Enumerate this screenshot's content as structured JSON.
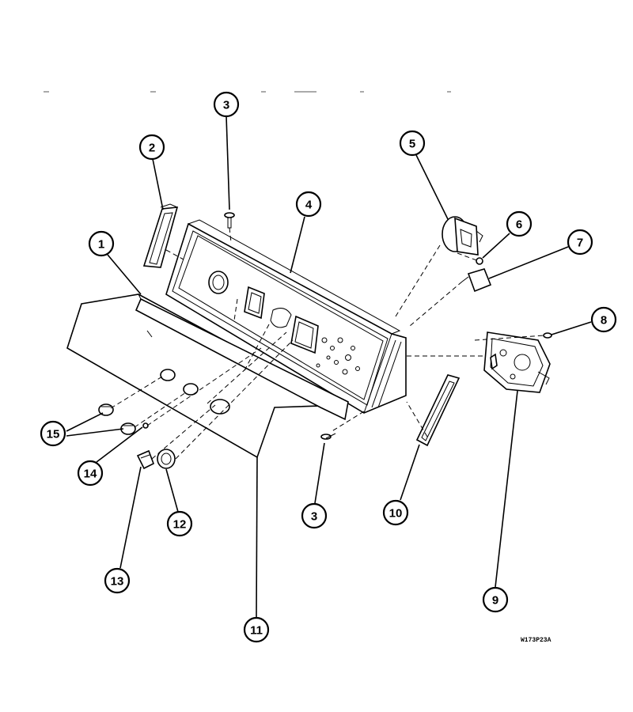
{
  "diagram": {
    "drawing_code": "W173P23A",
    "callouts": [
      {
        "id": "c1",
        "label": "1"
      },
      {
        "id": "c2",
        "label": "2"
      },
      {
        "id": "c3",
        "label": "3"
      },
      {
        "id": "c4",
        "label": "4"
      },
      {
        "id": "c5",
        "label": "5"
      },
      {
        "id": "c6",
        "label": "6"
      },
      {
        "id": "c7",
        "label": "7"
      },
      {
        "id": "c8",
        "label": "8"
      },
      {
        "id": "c9",
        "label": "9"
      },
      {
        "id": "c3b",
        "label": "3"
      },
      {
        "id": "c10",
        "label": "10"
      },
      {
        "id": "c11",
        "label": "11"
      },
      {
        "id": "c12",
        "label": "12"
      },
      {
        "id": "c13",
        "label": "13"
      },
      {
        "id": "c14",
        "label": "14"
      },
      {
        "id": "c15",
        "label": "15"
      }
    ]
  }
}
